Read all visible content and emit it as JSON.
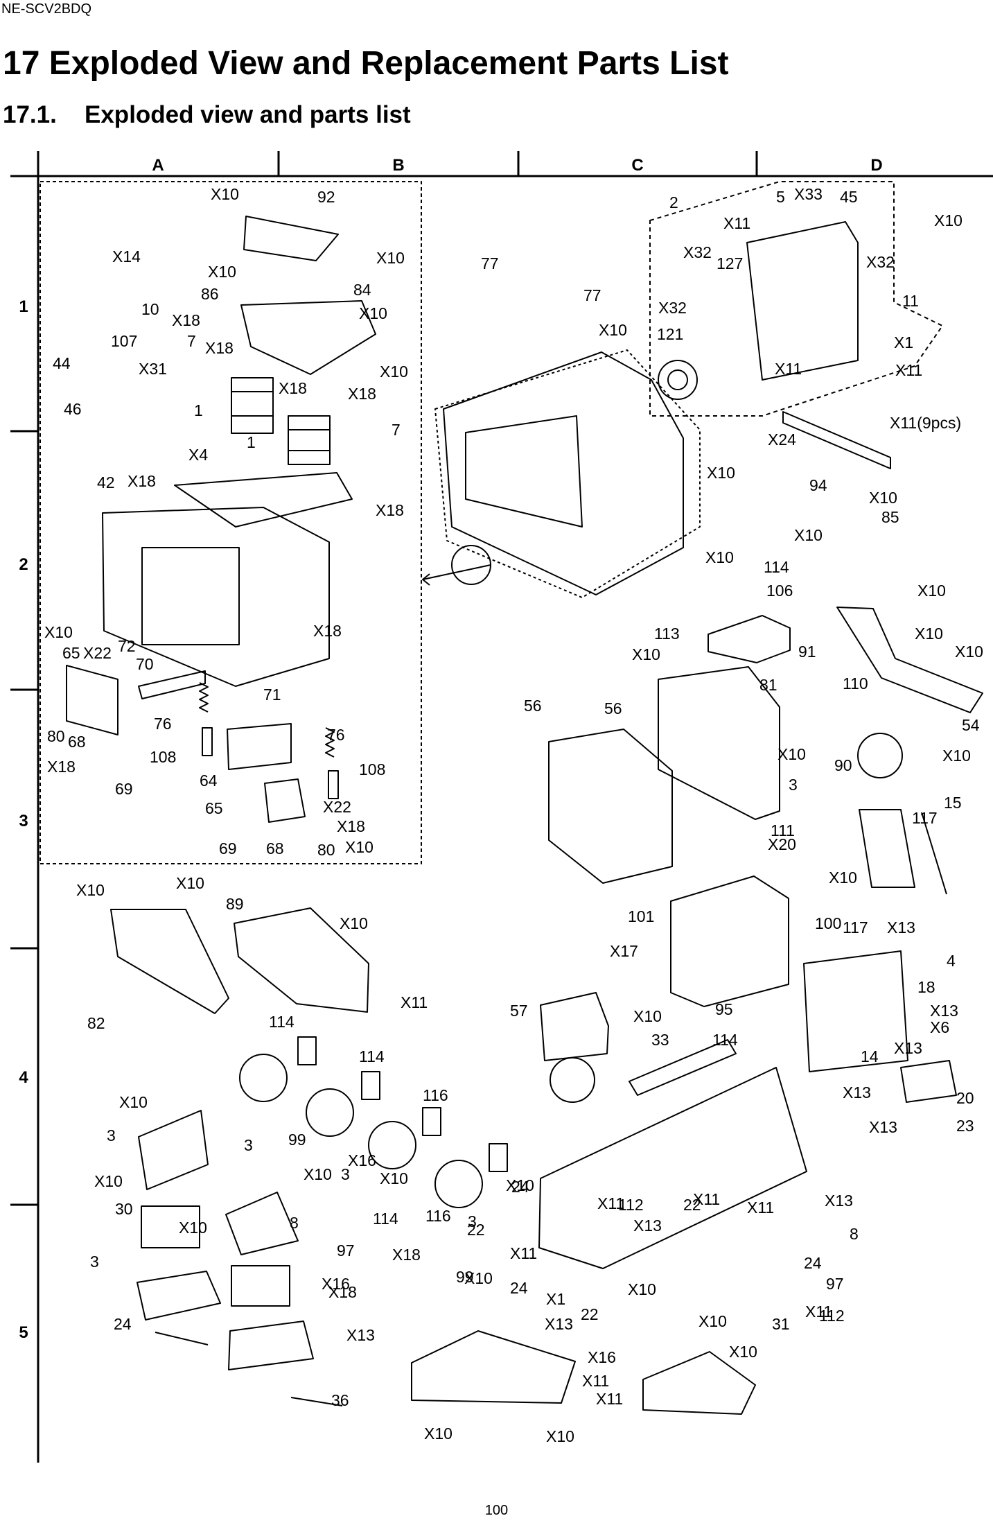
{
  "header": {
    "model": "NE-SCV2BDQ",
    "title_number": "17",
    "title": "Exploded View and Replacement Parts List",
    "subtitle_number": "17.1.",
    "subtitle": "Exploded view and parts list"
  },
  "grid": {
    "columns": [
      "A",
      "B",
      "C",
      "D"
    ],
    "rows": [
      "1",
      "2",
      "3",
      "4",
      "5"
    ]
  },
  "callouts": [
    "X10",
    "92",
    "X10",
    "X14",
    "X10",
    "84",
    "10",
    "86",
    "X10",
    "107",
    "X18",
    "7",
    "X18",
    "44",
    "X31",
    "X10",
    "46",
    "1",
    "X18",
    "X18",
    "1",
    "7",
    "X4",
    "X18",
    "42",
    "X18",
    "X18",
    "X10",
    "65",
    "X22",
    "72",
    "70",
    "71",
    "76",
    "80",
    "68",
    "108",
    "76",
    "108",
    "X18",
    "69",
    "64",
    "65",
    "X22",
    "X18",
    "69",
    "68",
    "80",
    "X10",
    "77",
    "77",
    "X10",
    "2",
    "X11",
    "5",
    "X33",
    "45",
    "X10",
    "X32",
    "127",
    "X32",
    "11",
    "X32",
    "121",
    "X1",
    "X11",
    "X11",
    "X11(9pcs)",
    "X24",
    "X10",
    "94",
    "X10",
    "85",
    "X10",
    "X10",
    "114",
    "X10",
    "106",
    "113",
    "X10",
    "81",
    "91",
    "X10",
    "X10",
    "110",
    "54",
    "56",
    "56",
    "X10",
    "3",
    "X10",
    "90",
    "117",
    "15",
    "111",
    "X20",
    "X10",
    "101",
    "100",
    "117",
    "X13",
    "4",
    "18",
    "X13",
    "X6",
    "14",
    "X13",
    "X13",
    "20",
    "X13",
    "23",
    "X10",
    "X10",
    "89",
    "X10",
    "X11",
    "82",
    "57",
    "X17",
    "X10",
    "95",
    "33",
    "114",
    "114",
    "114",
    "116",
    "X10",
    "3",
    "3",
    "99",
    "X16",
    "X10",
    "X10",
    "3",
    "X10",
    "114",
    "3",
    "116",
    "X10",
    "X11",
    "X11",
    "X13",
    "24",
    "22",
    "30",
    "X10",
    "3",
    "8",
    "97",
    "X18",
    "99",
    "X16",
    "8",
    "112",
    "X13",
    "22",
    "X11",
    "24",
    "X1",
    "X10",
    "X11",
    "X10",
    "22",
    "24",
    "97",
    "X18",
    "24",
    "X13",
    "X11",
    "X13",
    "112",
    "X10",
    "31",
    "X16",
    "X10",
    "X11",
    "36",
    "X11",
    "X10",
    "X10"
  ],
  "page_number": "100"
}
